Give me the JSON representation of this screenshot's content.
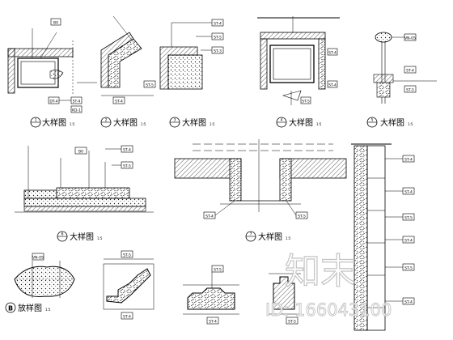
{
  "sheet": {
    "background": "#ffffff",
    "ink": "#000000",
    "hatch": "#3a3a3a"
  },
  "details": [
    {
      "id": "1",
      "marker_letter": "",
      "title": "大样图",
      "scale": "1:5",
      "tags": [
        "B0",
        "ST-4",
        "DT-4",
        "KD-1"
      ]
    },
    {
      "id": "2",
      "marker_letter": "",
      "title": "大样图",
      "scale": "1:5",
      "tags": [
        "ST-5",
        "ST-4"
      ]
    },
    {
      "id": "3",
      "marker_letter": "",
      "title": "大样图",
      "scale": "1:5",
      "tags": [
        "ST-4",
        "ST-5",
        "ST-3"
      ]
    },
    {
      "id": "4",
      "marker_letter": "",
      "title": "大样图",
      "scale": "1:5",
      "tags": [
        "ST-4",
        "ST-4",
        "ST-5"
      ]
    },
    {
      "id": "5",
      "marker_letter": "",
      "title": "大样图",
      "scale": "1:5",
      "tags": [
        "VN-05",
        "ST-4",
        "ST-5"
      ]
    },
    {
      "id": "6",
      "marker_letter": "",
      "title": "大样图",
      "scale": "1:5",
      "tags": [
        "B0",
        "ST-4",
        "ST-5"
      ]
    },
    {
      "id": "7",
      "marker_letter": "",
      "title": "大样图",
      "scale": "1:5",
      "tags": [
        "ST-4",
        "ST-5"
      ]
    },
    {
      "id": "8",
      "marker_letter": "B",
      "title": "放样图",
      "scale": "1:5",
      "tags": [
        "VN-05"
      ]
    },
    {
      "id": "9",
      "marker_letter": "",
      "title": "",
      "scale": "",
      "tags": [
        "ST-5",
        "ST-4"
      ]
    },
    {
      "id": "10",
      "marker_letter": "",
      "title": "",
      "scale": "",
      "tags": [
        "ST-5",
        "ST-4"
      ]
    },
    {
      "id": "11",
      "marker_letter": "",
      "title": "",
      "scale": "",
      "tags": [
        "ST-5"
      ]
    }
  ],
  "side_elevation": {
    "tags": [
      "ST-4",
      "ST-4",
      "ST-5",
      "ST-4",
      "ST-5",
      "ST-4"
    ]
  },
  "watermark": {
    "logo_text": "知末",
    "id_text": "ID: 166043100"
  }
}
